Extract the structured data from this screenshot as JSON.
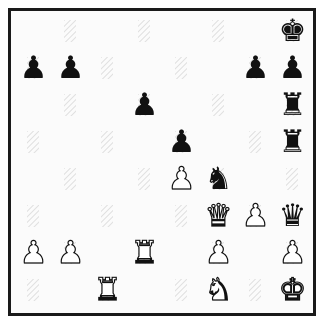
{
  "board": {
    "ranks": [
      [
        "",
        "",
        "",
        "",
        "",
        "",
        "",
        "bk"
      ],
      [
        "bp",
        "bp",
        "",
        "",
        "",
        "",
        "bp",
        "bp"
      ],
      [
        "",
        "",
        "",
        "bp",
        "",
        "",
        "",
        "br"
      ],
      [
        "",
        "",
        "",
        "",
        "bp",
        "",
        "",
        "br"
      ],
      [
        "",
        "",
        "",
        "",
        "wp",
        "bn",
        "",
        ""
      ],
      [
        "",
        "",
        "",
        "",
        "",
        "wq",
        "wp",
        "bq"
      ],
      [
        "wp",
        "wp",
        "",
        "wr",
        "",
        "wp",
        "",
        "wp"
      ],
      [
        "",
        "",
        "wr",
        "",
        "",
        "wn",
        "",
        "wk"
      ]
    ],
    "piece_glyphs": {
      "k": "♚",
      "q": "♛",
      "r": "♜",
      "b": "♝",
      "n": "♞",
      "p": "♟"
    },
    "piece_names": {
      "k": "king",
      "q": "queen",
      "r": "rook",
      "b": "bishop",
      "n": "knight",
      "p": "pawn"
    }
  }
}
